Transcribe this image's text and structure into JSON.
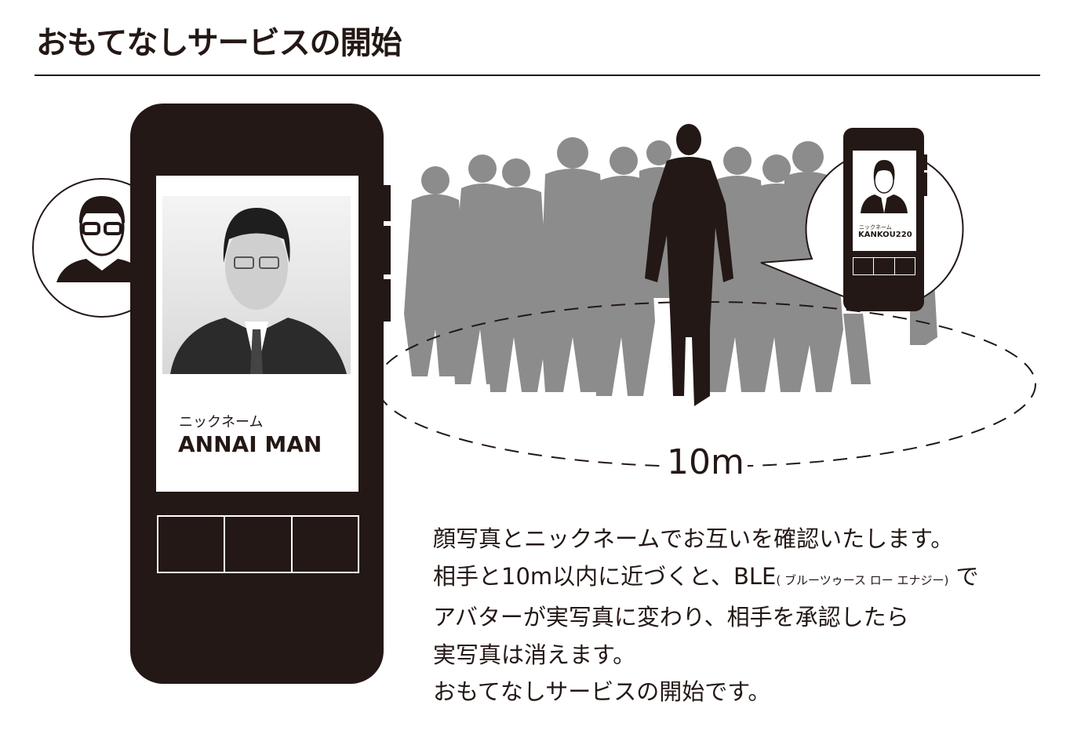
{
  "title": "おもてなしサービスの開始",
  "big_phone": {
    "nickname_label": "ニックネーム",
    "nickname": "ANNAI MAN"
  },
  "small_phone": {
    "nickname_label": "ニックネーム",
    "nickname": "KANKOU220"
  },
  "distance_label": "10m",
  "description": {
    "line1": "顔写真とニックネームでお互いを確認いたします。",
    "line2_a": "相手と10m以内に近づくと、BLE",
    "line2_small": "( ブルーツゥース ロー エナジー)",
    "line2_b": " で",
    "line3": "アバターが実写真に変わり、相手を承認したら",
    "line4": "実写真は消えます。",
    "line5": "おもてなしサービスの開始です。"
  },
  "colors": {
    "dark": "#231815",
    "crowd": "#8c8c8c"
  }
}
